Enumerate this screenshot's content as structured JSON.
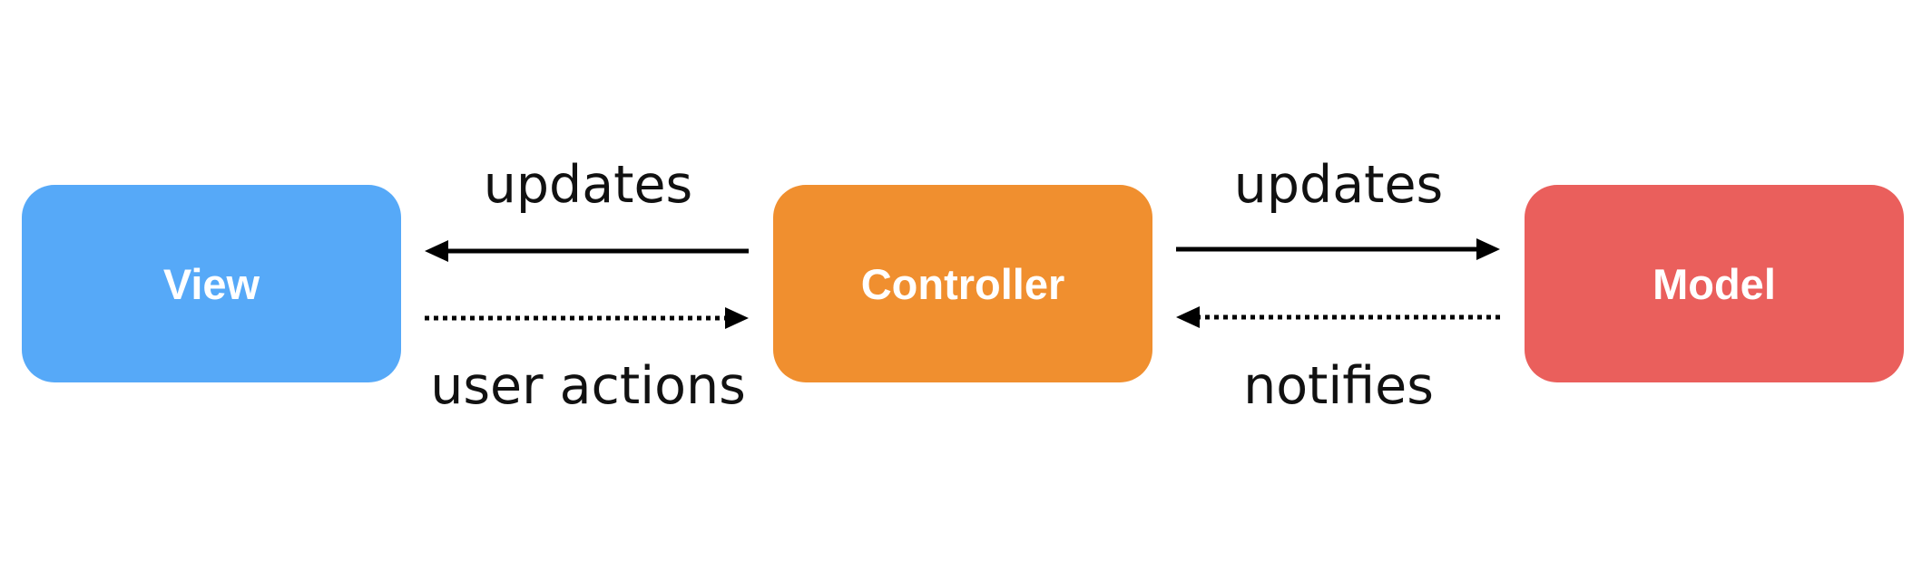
{
  "nodes": {
    "view": {
      "label": "View",
      "color": "#56A9F8"
    },
    "controller": {
      "label": "Controller",
      "color": "#F08F2F"
    },
    "model": {
      "label": "Model",
      "color": "#EA5F5C"
    }
  },
  "edges": {
    "controller_to_view": {
      "label": "updates",
      "style": "solid"
    },
    "view_to_controller": {
      "label": "user actions",
      "style": "dotted"
    },
    "controller_to_model": {
      "label": "updates",
      "style": "solid"
    },
    "model_to_controller": {
      "label": "notifies",
      "style": "dotted"
    }
  },
  "colors": {
    "arrow": "#000000",
    "text": "#111111",
    "background": "#FFFFFF"
  }
}
